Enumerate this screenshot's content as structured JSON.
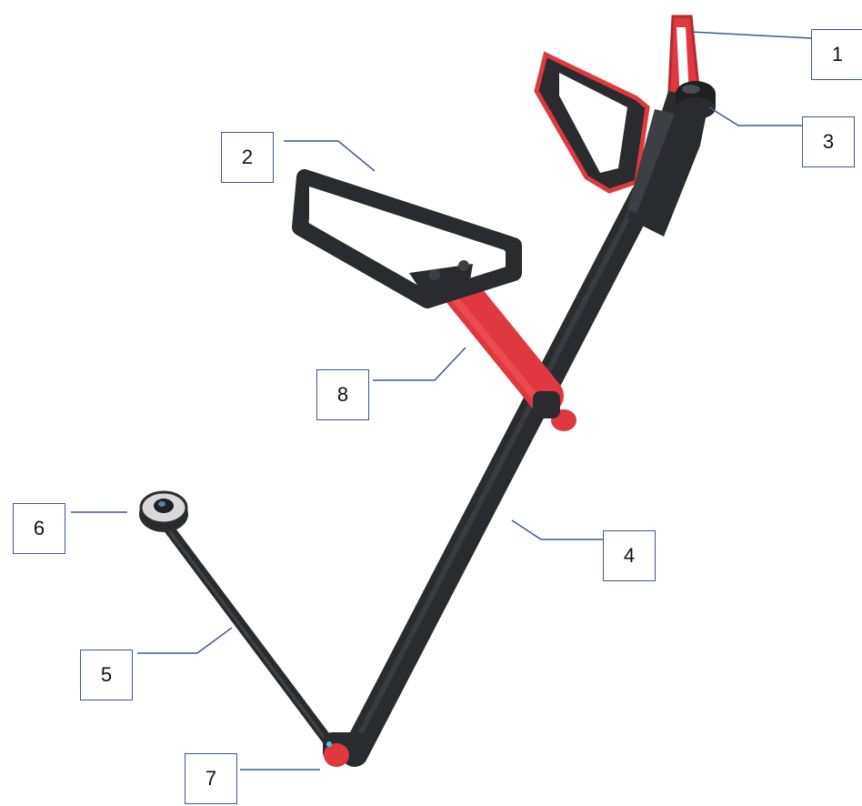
{
  "callouts": [
    {
      "id": "1",
      "label": "1",
      "part": "handle-grip"
    },
    {
      "id": "2",
      "label": "2",
      "part": "display-screen"
    },
    {
      "id": "3",
      "label": "3",
      "part": "top-cap-knob"
    },
    {
      "id": "4",
      "label": "4",
      "part": "main-pole"
    },
    {
      "id": "5",
      "label": "5",
      "part": "lower-arm"
    },
    {
      "id": "6",
      "label": "6",
      "part": "camera-head"
    },
    {
      "id": "7",
      "label": "7",
      "part": "pivot-joint"
    },
    {
      "id": "8",
      "label": "8",
      "part": "screen-mount-arm"
    }
  ],
  "colors": {
    "accent_red": "#e0383f",
    "pole_dark": "#2a2b2e",
    "frame_border": "#3a5a8c",
    "leader_line": "#3a5a8c"
  }
}
